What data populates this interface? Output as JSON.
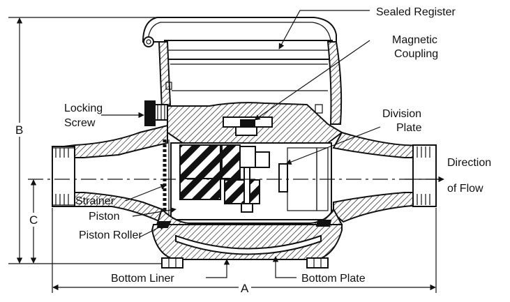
{
  "labels": {
    "sealed_register": "Sealed Register",
    "magnetic_coupling_1": "Magnetic",
    "magnetic_coupling_2": "Coupling",
    "locking_screw_1": "Locking",
    "locking_screw_2": "Screw",
    "division_plate_1": "Division",
    "division_plate_2": "Plate",
    "direction_of_flow_1": "Direction",
    "direction_of_flow_2": "of Flow",
    "strainer": "Strainer",
    "piston": "Piston",
    "piston_roller": "Piston Roller",
    "bottom_liner": "Bottom Liner",
    "bottom_plate": "Bottom Plate"
  },
  "dimensions": {
    "a": "A",
    "b": "B",
    "c": "C"
  }
}
